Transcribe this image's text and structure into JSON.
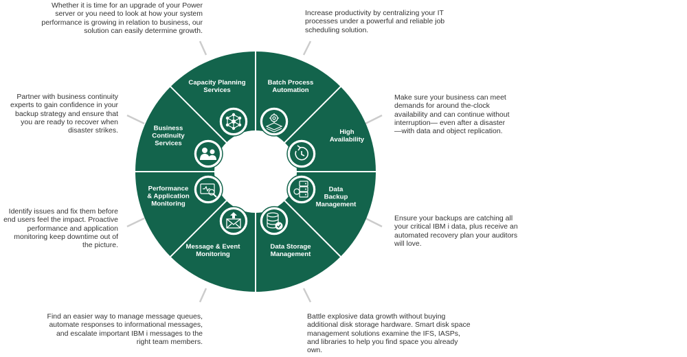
{
  "colors": {
    "segment": "#13644c",
    "divider": "#ffffff",
    "icon_bg": "#ffffff",
    "connector": "#cccccc",
    "text": "#333333"
  },
  "segments": [
    {
      "id": "capacity",
      "label_lines": [
        "Capacity Planning",
        "Services"
      ],
      "icon": "network-nodes-icon"
    },
    {
      "id": "batch",
      "label_lines": [
        "Batch Process",
        "Automation"
      ],
      "icon": "gear-stack-icon"
    },
    {
      "id": "ha",
      "label_lines": [
        "High",
        "Availability"
      ],
      "icon": "refresh-clock-icon"
    },
    {
      "id": "backup",
      "label_lines": [
        "Data",
        "Backup",
        "Management"
      ],
      "icon": "server-gear-icon"
    },
    {
      "id": "storage",
      "label_lines": [
        "Data Storage",
        "Management"
      ],
      "icon": "database-check-icon"
    },
    {
      "id": "message",
      "label_lines": [
        "Message & Event",
        "Monitoring"
      ],
      "icon": "envelope-icon"
    },
    {
      "id": "perf",
      "label_lines": [
        "Performance",
        "& Application",
        "Monitoring"
      ],
      "icon": "monitor-magnifier-icon"
    },
    {
      "id": "continuity",
      "label_lines": [
        "Business",
        "Continuity",
        "Services"
      ],
      "icon": "people-icon"
    }
  ],
  "descriptions": {
    "capacity": "Whether it is time for an upgrade of your Power server or you need to look at how your system performance is growing in relation to business, our solution can easily determine growth.",
    "batch": "Increase productivity by centralizing your IT processes under a powerful and reliable job scheduling solution.",
    "ha": "Make sure your business can meet demands for around­ the-clock availability and can continue without interruption— even after a disaster—with data and object replication.",
    "backup": "Ensure your backups are catching all your critical IBM i data, plus receive an automated recovery plan your auditors will love.",
    "storage": "Battle explosive data growth without buying additional disk storage hardware. Smart disk space management solutions examine the IFS, IASPs, and libraries to help you find space you already own.",
    "message": "Find an easier way to manage message queues, automate responses to informational messages, and escalate important IBM i messages to the right team members.",
    "perf": "Identify issues and fix them before end users feel the impact. Proactive performance and application monitoring keep downtime out of the picture.",
    "continuity": "Partner with business continuity experts to gain confidence in your backup strategy and ensure that you are ready to recover when disaster strikes."
  }
}
